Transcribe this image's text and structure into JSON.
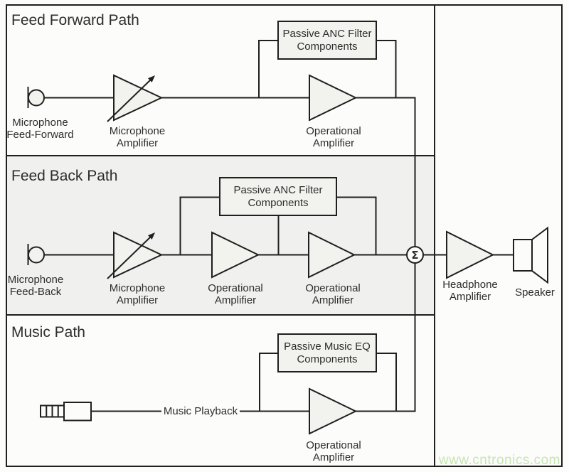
{
  "sections": {
    "feed_forward": {
      "title": "Feed Forward Path",
      "mic_label": "Microphone\nFeed-Forward",
      "mic_amp_label": "Microphone\nAmplifier",
      "filter_box_label": "Passive ANC Filter\nComponents",
      "opamp_label": "Operational\nAmplifier"
    },
    "feed_back": {
      "title": "Feed Back Path",
      "mic_label": "Microphone\nFeed-Back",
      "mic_amp_label": "Microphone\nAmplifier",
      "filter_box_label": "Passive ANC Filter\nComponents",
      "opamp1_label": "Operational\nAmplifier",
      "opamp2_label": "Operational\nAmplifier"
    },
    "music": {
      "title": "Music Path",
      "playback_label": "Music Playback",
      "filter_box_label": "Passive Music EQ\nComponents",
      "opamp_label": "Operational\nAmplifier"
    },
    "output": {
      "sum_symbol": "Σ",
      "headphone_amp_label": "Headphone\nAmplifier",
      "speaker_label": "Speaker"
    }
  },
  "watermark": "www.cntronics.com",
  "colors": {
    "line": "#1f1f1f",
    "text": "#2d2d2d",
    "canvas_fill": "#fcfcfb",
    "section_fill": "#f0f0ee",
    "component_fill": "#f2f2ef",
    "watermark": "#c7e5b4"
  }
}
